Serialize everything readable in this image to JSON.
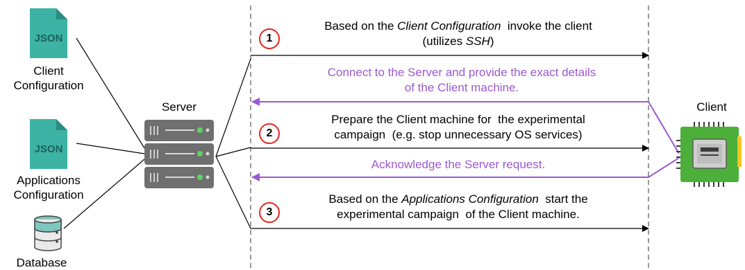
{
  "actors": {
    "client_config": "Client\nConfiguration",
    "apps_config": "Applications\nConfiguration",
    "database": "Database",
    "server": "Server",
    "client": "Client"
  },
  "icons": {
    "json_label": "JSON",
    "json_color": "#3CB3A4",
    "server_color": "#6F6F6F",
    "chip_color": "#4CAF3A",
    "db_color": "#7FC7C0"
  },
  "steps": [
    {
      "number": "1"
    },
    {
      "number": "2"
    },
    {
      "number": "3"
    }
  ],
  "messages": {
    "m1_pre": "Based on the ",
    "m1_em": "Client Configuration",
    "m1_post": "  invoke the client",
    "m1_line2_pre": "(utilizes ",
    "m1_line2_em": "SSH",
    "m1_line2_post": ")",
    "m2_line1": "Connect to the Server and provide the exact details",
    "m2_line2": "of the Client machine.",
    "m3_line1": "Prepare the Client machine for  the experimental",
    "m3_line2": "campaign  (e.g. stop unnecessary OS services)",
    "m4": "Acknowledge the Server request.",
    "m5_pre": "Based on the ",
    "m5_em": "Applications Configuration",
    "m5_post": "  start the",
    "m5_line2": "experimental campaign  of the Client machine."
  },
  "colors": {
    "accent_purple": "#9B59D0",
    "badge_red": "#E8231F"
  }
}
